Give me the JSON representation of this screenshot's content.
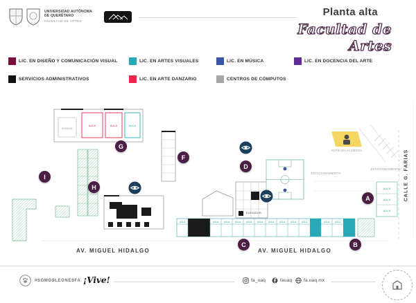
{
  "header": {
    "university_line1": "UNIVERSIDAD AUTÓNOMA",
    "university_line2": "DE QUERÉTARO",
    "faculty": "FACULTAD DE ARTES",
    "title": "Planta alta",
    "subtitle": "Facultad de Artes"
  },
  "legend": {
    "items": [
      {
        "label": "LIC. EN DISEÑO Y COMUNICACIÓN VISUAL",
        "color": "#7a1041"
      },
      {
        "label": "LIC. EN ARTES VISUALES",
        "color": "#29a8b8"
      },
      {
        "label": "LIC. EN MÚSICA",
        "color": "#3a55a5"
      },
      {
        "label": "LIC. EN DOCENCIA DEL ARTE",
        "color": "#5f2c91"
      },
      {
        "label": "SERVICIOS ADMINISTRATIVOS",
        "color": "#111111"
      },
      {
        "label": "LIC. EN ARTE DANZARIO",
        "color": "#e8274b"
      },
      {
        "label": "CENTROS DE CÓMPUTOS",
        "color": "#a7a7a7"
      }
    ]
  },
  "map": {
    "markers": [
      {
        "letter": "A"
      },
      {
        "letter": "B"
      },
      {
        "letter": "C"
      },
      {
        "letter": "D"
      },
      {
        "letter": "F"
      },
      {
        "letter": "G"
      },
      {
        "letter": "H"
      },
      {
        "letter": "I"
      }
    ],
    "labels": {
      "avenue": "AV. MIGUEL HIDALGO",
      "street": "CALLE G. FARIAS",
      "elevator": "ELEVADOR",
      "parking": "ESTACIONAMIENTO",
      "entrance": "ENTRADA ALUMNOS",
      "storage": "BODEGA",
      "classroom": "AULA"
    }
  },
  "footer": {
    "hashtag": "#SOMOSLEONESFA",
    "slogan": "¡Vive!",
    "social": [
      {
        "platform": "instagram",
        "handle": "fa_uaq"
      },
      {
        "platform": "facebook",
        "handle": "fauaq"
      },
      {
        "platform": "website",
        "handle": "fa.uaq.mx"
      }
    ]
  }
}
